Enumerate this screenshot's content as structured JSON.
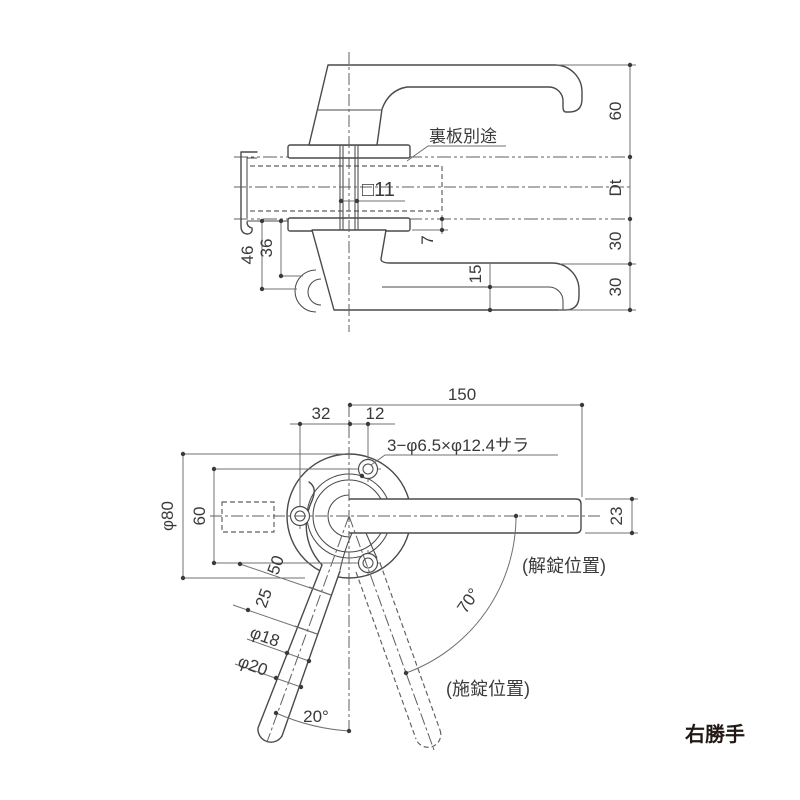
{
  "handing": {
    "label": "右勝手"
  },
  "top_view": {
    "backplate_note": "裏板別途",
    "spindle_label": "□11",
    "dims": {
      "h60": "60",
      "dt": "Dt",
      "h30a": "30",
      "h30b": "30",
      "v46": "46",
      "v36": "36",
      "v7": "7",
      "v15": "15"
    }
  },
  "bottom_view": {
    "screw_note": "3−φ6.5×φ12.4サラ",
    "unlock_label": "(解錠位置)",
    "lock_label": "(施錠位置)",
    "dims": {
      "w150": "150",
      "w32": "32",
      "w12": "12",
      "h23": "23",
      "h60": "60",
      "dia80": "φ80",
      "l50": "50",
      "l25": "25",
      "dia18": "φ18",
      "dia20": "φ20",
      "a70": "70°",
      "a20": "20°"
    }
  },
  "colors": {
    "object_line": "#4a4a4a",
    "dim_line": "#707070",
    "text": "#3a3a3a",
    "handing_text": "#231815",
    "background": "#ffffff"
  }
}
